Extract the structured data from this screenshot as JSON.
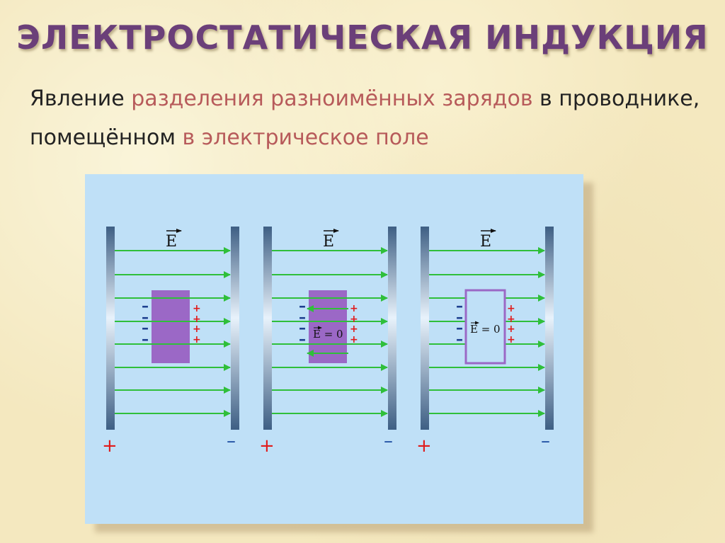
{
  "title": "ЭЛЕКТРОСТАТИЧЕСКАЯ ИНДУКЦИЯ",
  "subtitle": {
    "part1": "Явление ",
    "part2": "разделения разноимённых зарядов",
    "part3": " в проводнике, помещённом ",
    "part4": "в электрическое поле"
  },
  "colors": {
    "title": "#6b3f79",
    "highlight": "#b75a5a",
    "field_line": "#2fbf3a",
    "induced_line": "#2fbf3a",
    "conductor_fill": "#9b68c6",
    "plate_dark": "#3e5f84",
    "plate_light": "#e8f2fb",
    "plus": "#e01b1b",
    "minus": "#1f4fa3"
  },
  "diagram": {
    "field_label": "E",
    "plate_plus": "+",
    "plate_minus": "–",
    "induced_minus": "–",
    "induced_plus": "+",
    "inside_field_label": "E = 0",
    "panels": [
      {
        "conductor": "filled",
        "induced_field_lines": false,
        "inside_label": false
      },
      {
        "conductor": "filled",
        "induced_field_lines": true,
        "inside_label": true
      },
      {
        "conductor": "outline",
        "induced_field_lines": false,
        "inside_label": true
      }
    ]
  }
}
